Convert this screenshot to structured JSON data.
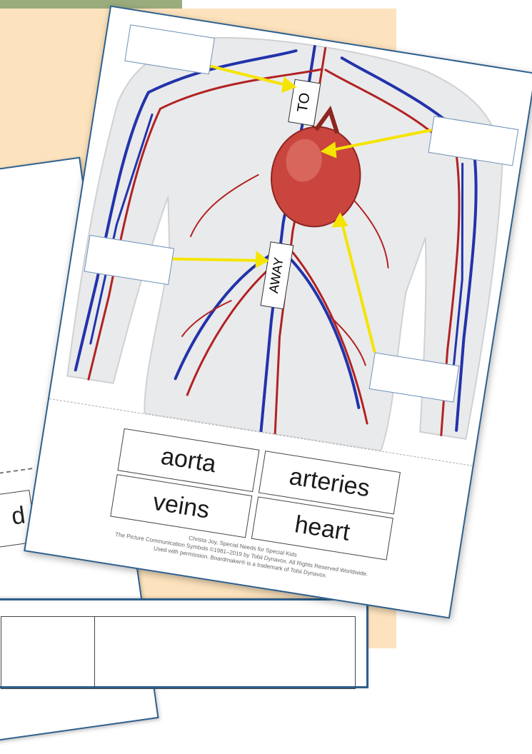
{
  "worksheet": {
    "arrow_label_to": "TO",
    "arrow_label_away": "AWAY",
    "word_bank": [
      "aorta",
      "arteries",
      "veins",
      "heart"
    ],
    "credit_line_1": "Christa Joy, Special Needs for Special Kids",
    "credit_line_2": "The Picture Communication Symbols ©1981–2019 by Tobii Dynavox. All Rights Reserved Worldwide. Used with permission. Boardmaker® is a trademark of Tobii Dynavox."
  },
  "background_sheet": {
    "card_fragment": "d"
  },
  "colors": {
    "green_band": "#9aab7c",
    "peach": "#fde3bd",
    "sheet_border": "#2e5f8c",
    "vein_blue": "#2233aa",
    "artery_red": "#b22222",
    "arrow_yellow": "#f5e400"
  },
  "icons": [
    "anatomy-illustration",
    "heart-illustration",
    "pointer-arrow"
  ]
}
